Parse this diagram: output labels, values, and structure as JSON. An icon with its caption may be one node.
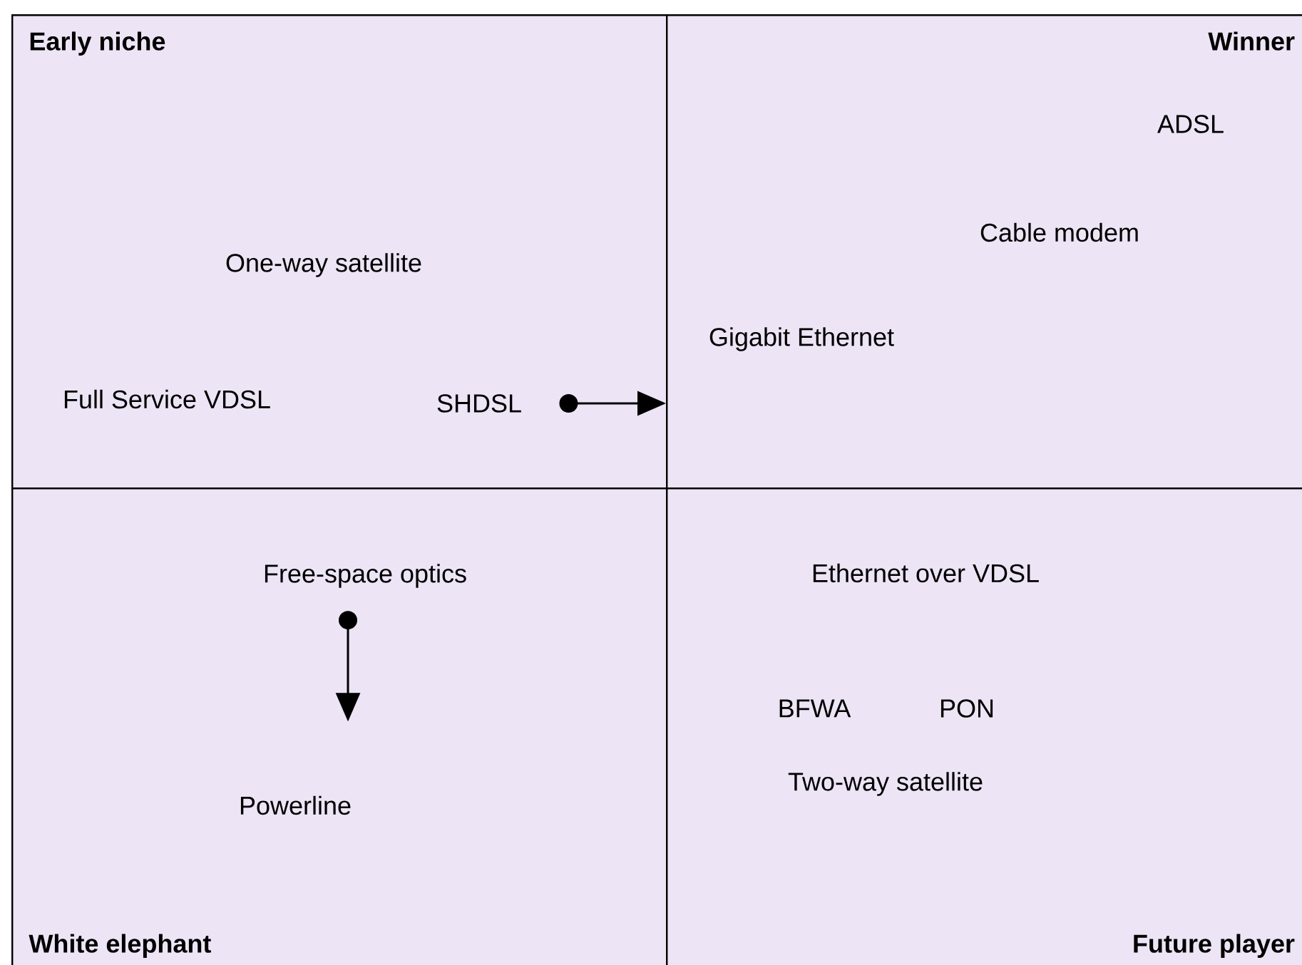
{
  "diagram": {
    "nodes": [
      {
        "text": [
          "Early niche"
        ]
      },
      {
        "text": [
          "Winner"
        ]
      },
      {
        "text": [
          "White elephant"
        ]
      },
      {
        "text": [
          "Future player"
        ]
      },
      {
        "text": [
          "ADSL"
        ],
        "in": 1
      },
      {
        "text": [
          "Cable modem"
        ],
        "in": 1
      },
      {
        "text": [
          "One-way satellite"
        ],
        "in": 0
      },
      {
        "text": [
          "Gigabit Ethernet"
        ],
        "in": 1
      },
      {
        "text": [
          "Full Service VDSL"
        ],
        "in": 0
      },
      {
        "text": [
          "SHDSL"
        ],
        "in": 0
      },
      {
        "text": [
          "Free-space optics"
        ],
        "in": 2
      },
      {
        "text": [
          "Ethernet over VDSL"
        ],
        "in": 3
      },
      {
        "text": [
          "BFWA"
        ],
        "in": 3
      },
      {
        "text": [
          "PON"
        ],
        "in": 3
      },
      {
        "text": [
          "Two-way satellite"
        ],
        "in": 3
      },
      {
        "text": [
          "Powerline"
        ],
        "in": 2
      }
    ],
    "edges": [
      {
        "from": 9,
        "to": 1,
        "arrow": "to"
      },
      {
        "from": 10,
        "to": 15,
        "arrow": "to"
      }
    ]
  }
}
